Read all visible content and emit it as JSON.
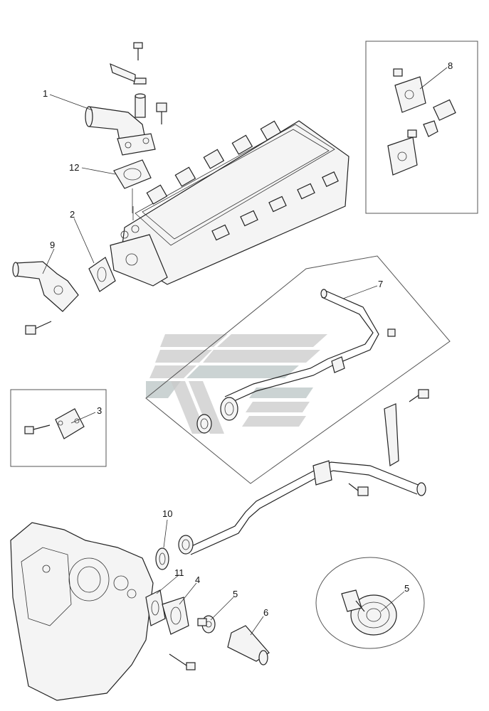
{
  "diagram": {
    "callouts": [
      {
        "id": "c1",
        "label": "1"
      },
      {
        "id": "c12",
        "label": "12"
      },
      {
        "id": "c2",
        "label": "2"
      },
      {
        "id": "c9",
        "label": "9"
      },
      {
        "id": "c8",
        "label": "8"
      },
      {
        "id": "c7",
        "label": "7"
      },
      {
        "id": "c3",
        "label": "3"
      },
      {
        "id": "c10",
        "label": "10"
      },
      {
        "id": "c11",
        "label": "11"
      },
      {
        "id": "c4",
        "label": "4"
      },
      {
        "id": "c5a",
        "label": "5"
      },
      {
        "id": "c6",
        "label": "6"
      },
      {
        "id": "c5b",
        "label": "5"
      }
    ],
    "colors": {
      "line": "#222222",
      "part_fill": "#f4f4f4",
      "watermark": "#c9c9c9",
      "watermark_accent": "#b9c4c4"
    }
  }
}
